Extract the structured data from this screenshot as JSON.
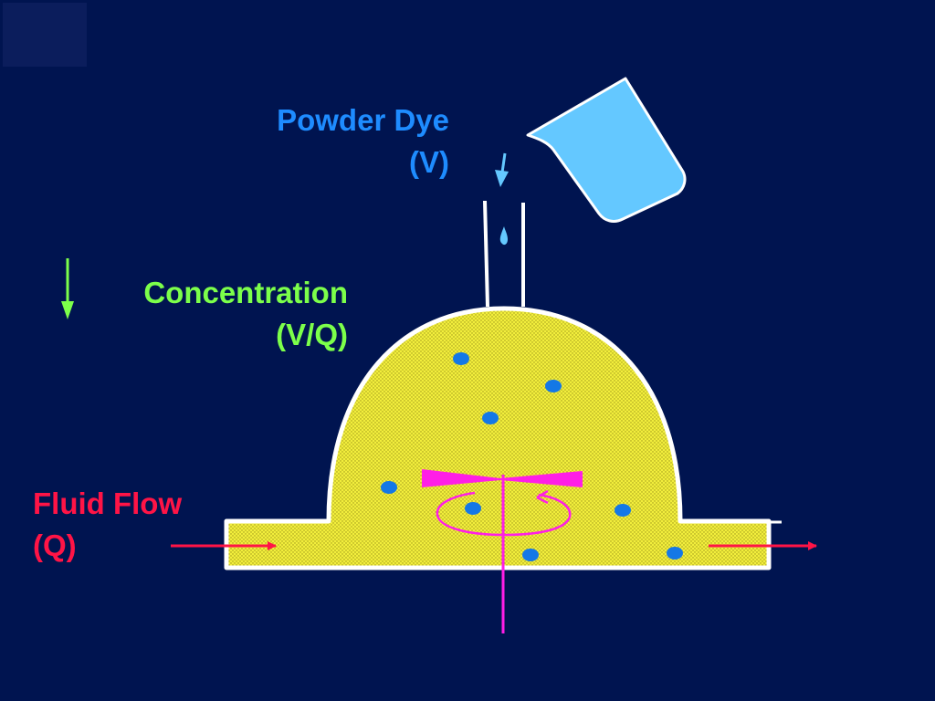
{
  "labels": {
    "powder_dye": {
      "line1": "Powder Dye",
      "line2": "(V)"
    },
    "concentration": {
      "line1": "Concentration",
      "line2": "(V/Q)"
    },
    "fluid_flow": {
      "line1": "Fluid Flow",
      "line2": "(Q)"
    }
  },
  "colors": {
    "background": "#001450",
    "fluid": "#f2ee3c",
    "dye_particle": "#1478e6",
    "beaker": "#64c8ff",
    "stirrer": "#ff1ee6",
    "flow_arrow": "#ff1446",
    "concentration_arrow": "#7cff4a",
    "vessel_outline": "#ffffff"
  },
  "icons": {
    "beaker": "beaker-icon",
    "stirrer": "magnetic-stirrer-icon",
    "rotation": "rotation-arrow-icon",
    "droplet": "dye-droplet-icon"
  }
}
